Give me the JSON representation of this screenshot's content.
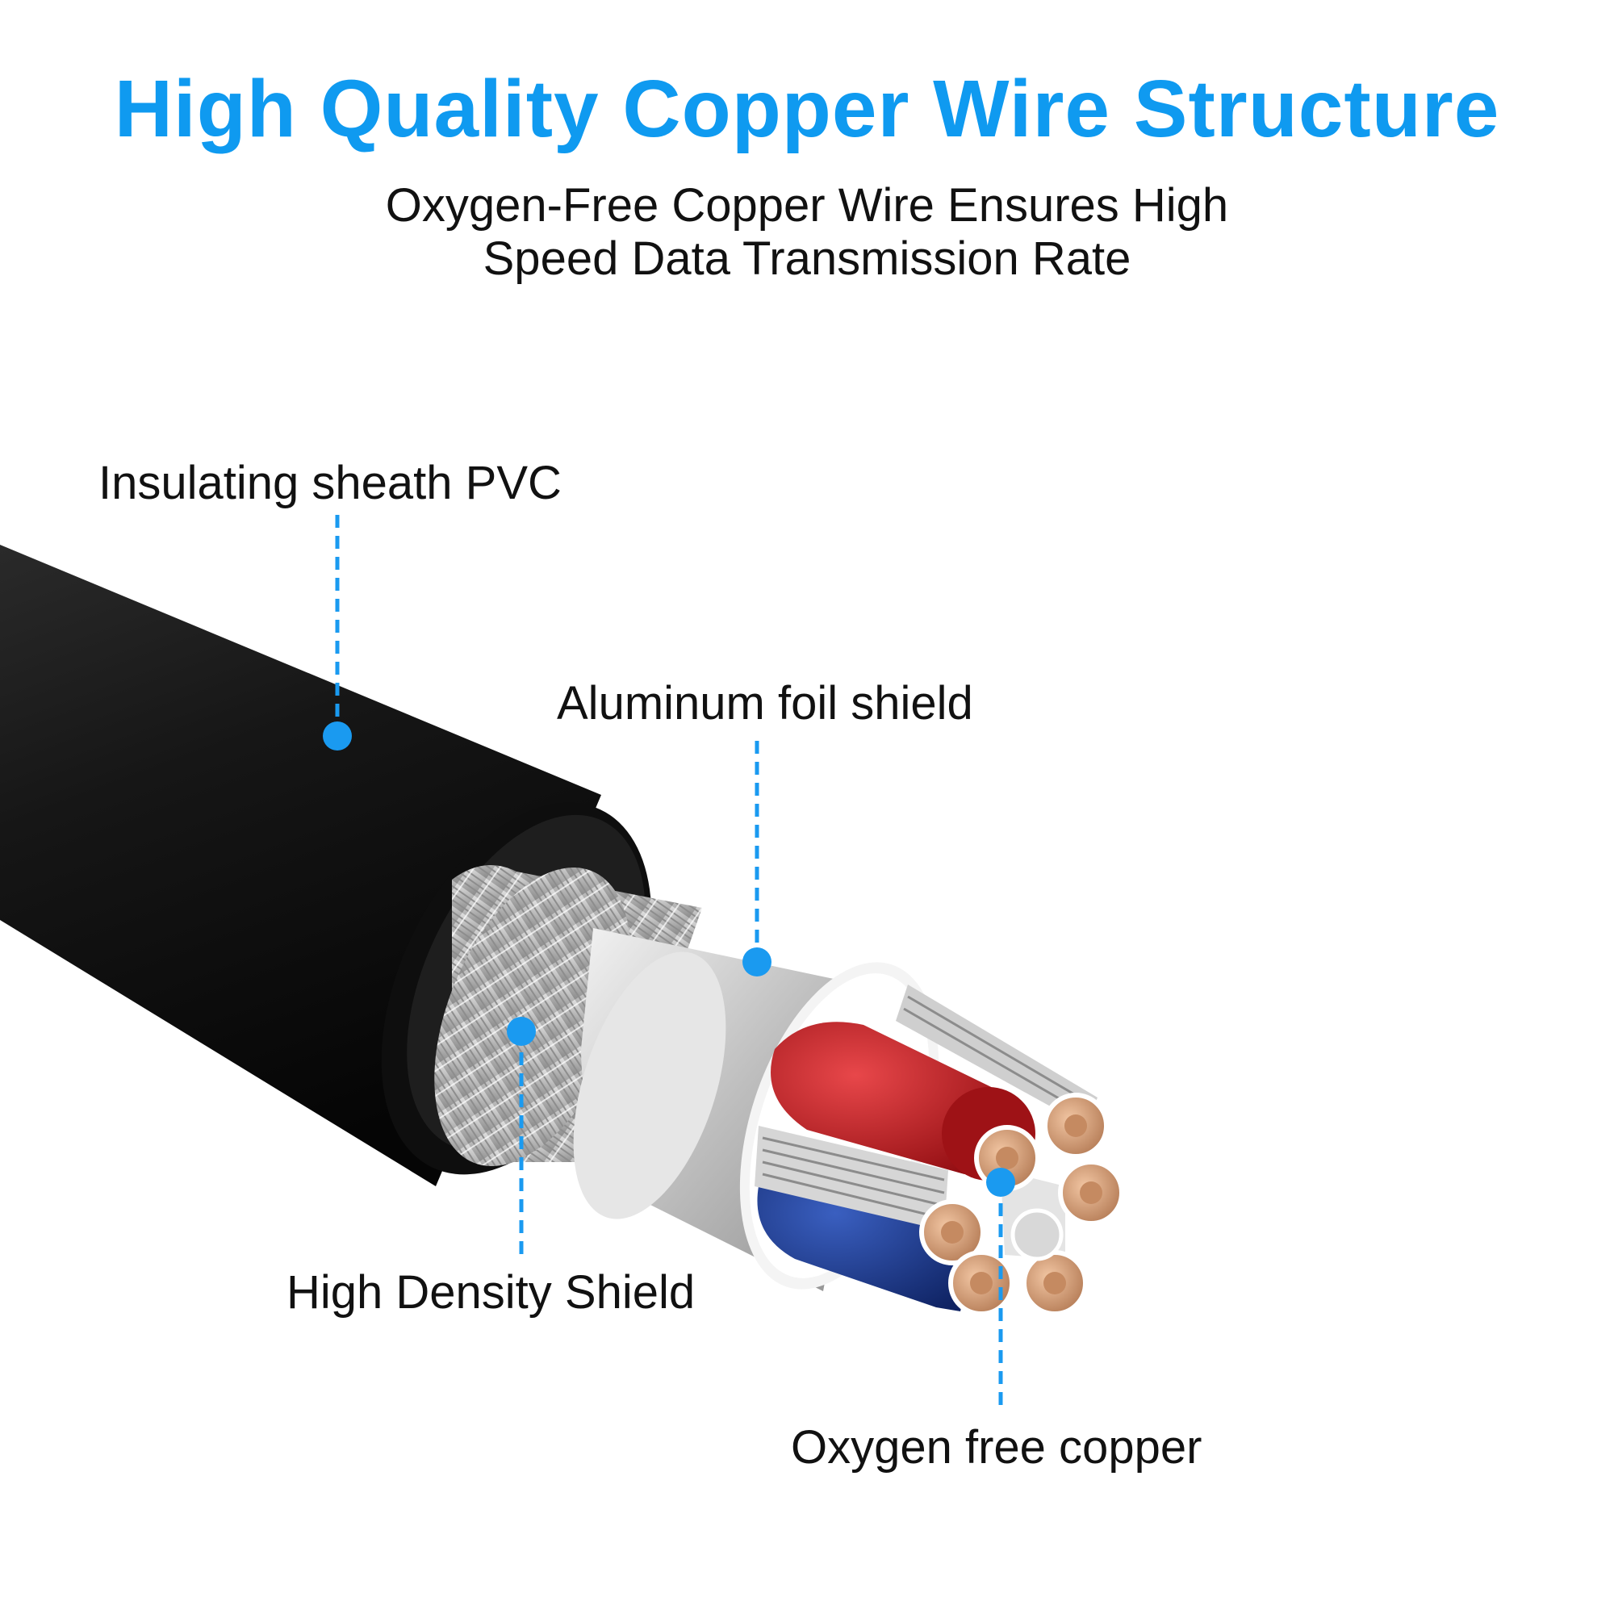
{
  "header": {
    "title": "High Quality Copper Wire Structure",
    "subtitle_line1": "Oxygen-Free Copper Wire Ensures High",
    "subtitle_line2": "Speed Data Transmission Rate"
  },
  "callouts": [
    {
      "label": "Insulating sheath PVC"
    },
    {
      "label": "Aluminum foil shield"
    },
    {
      "label": "High Density Shield"
    },
    {
      "label": "Oxygen free copper"
    }
  ],
  "colors": {
    "accent": "#0f9af0",
    "text": "#111111",
    "sheath": "#151515",
    "foil": "#d9d9d9",
    "red_conductor": "#c0161b",
    "blue_conductor": "#1c3d8f",
    "copper": "#d9a27a"
  }
}
